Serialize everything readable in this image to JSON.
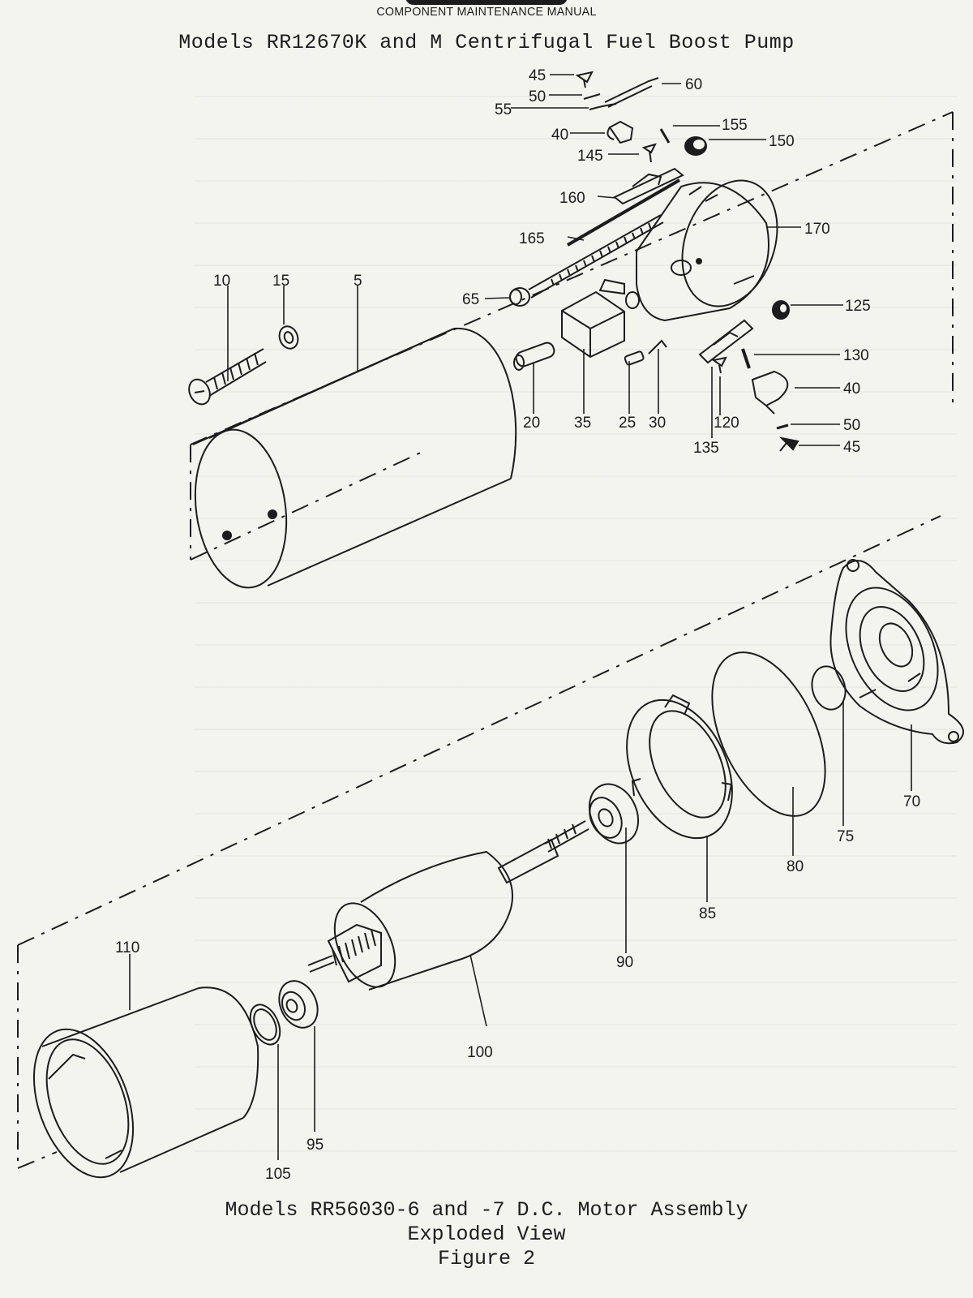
{
  "header": {
    "manual_name": "COMPONENT MAINTENANCE MANUAL",
    "title": "Models RR12670K and M Centrifugal Fuel Boost Pump"
  },
  "figure": {
    "caption_line1": "Models RR56030-6 and -7 D.C. Motor Assembly",
    "caption_line2": "Exploded View",
    "caption_line3": "Figure 2"
  },
  "callouts": {
    "c5": "5",
    "c10": "10",
    "c15": "15",
    "c20": "20",
    "c25": "25",
    "c30": "30",
    "c35": "35",
    "c40a": "40",
    "c40b": "40",
    "c45a": "45",
    "c45b": "45",
    "c50a": "50",
    "c50b": "50",
    "c55": "55",
    "c60": "60",
    "c65": "65",
    "c70": "70",
    "c75": "75",
    "c80": "80",
    "c85": "85",
    "c90": "90",
    "c95": "95",
    "c100": "100",
    "c105": "105",
    "c110": "110",
    "c120": "120",
    "c125": "125",
    "c130": "130",
    "c135": "135",
    "c145": "145",
    "c150": "150",
    "c155": "155",
    "c160": "160",
    "c165": "165",
    "c170": "170"
  }
}
